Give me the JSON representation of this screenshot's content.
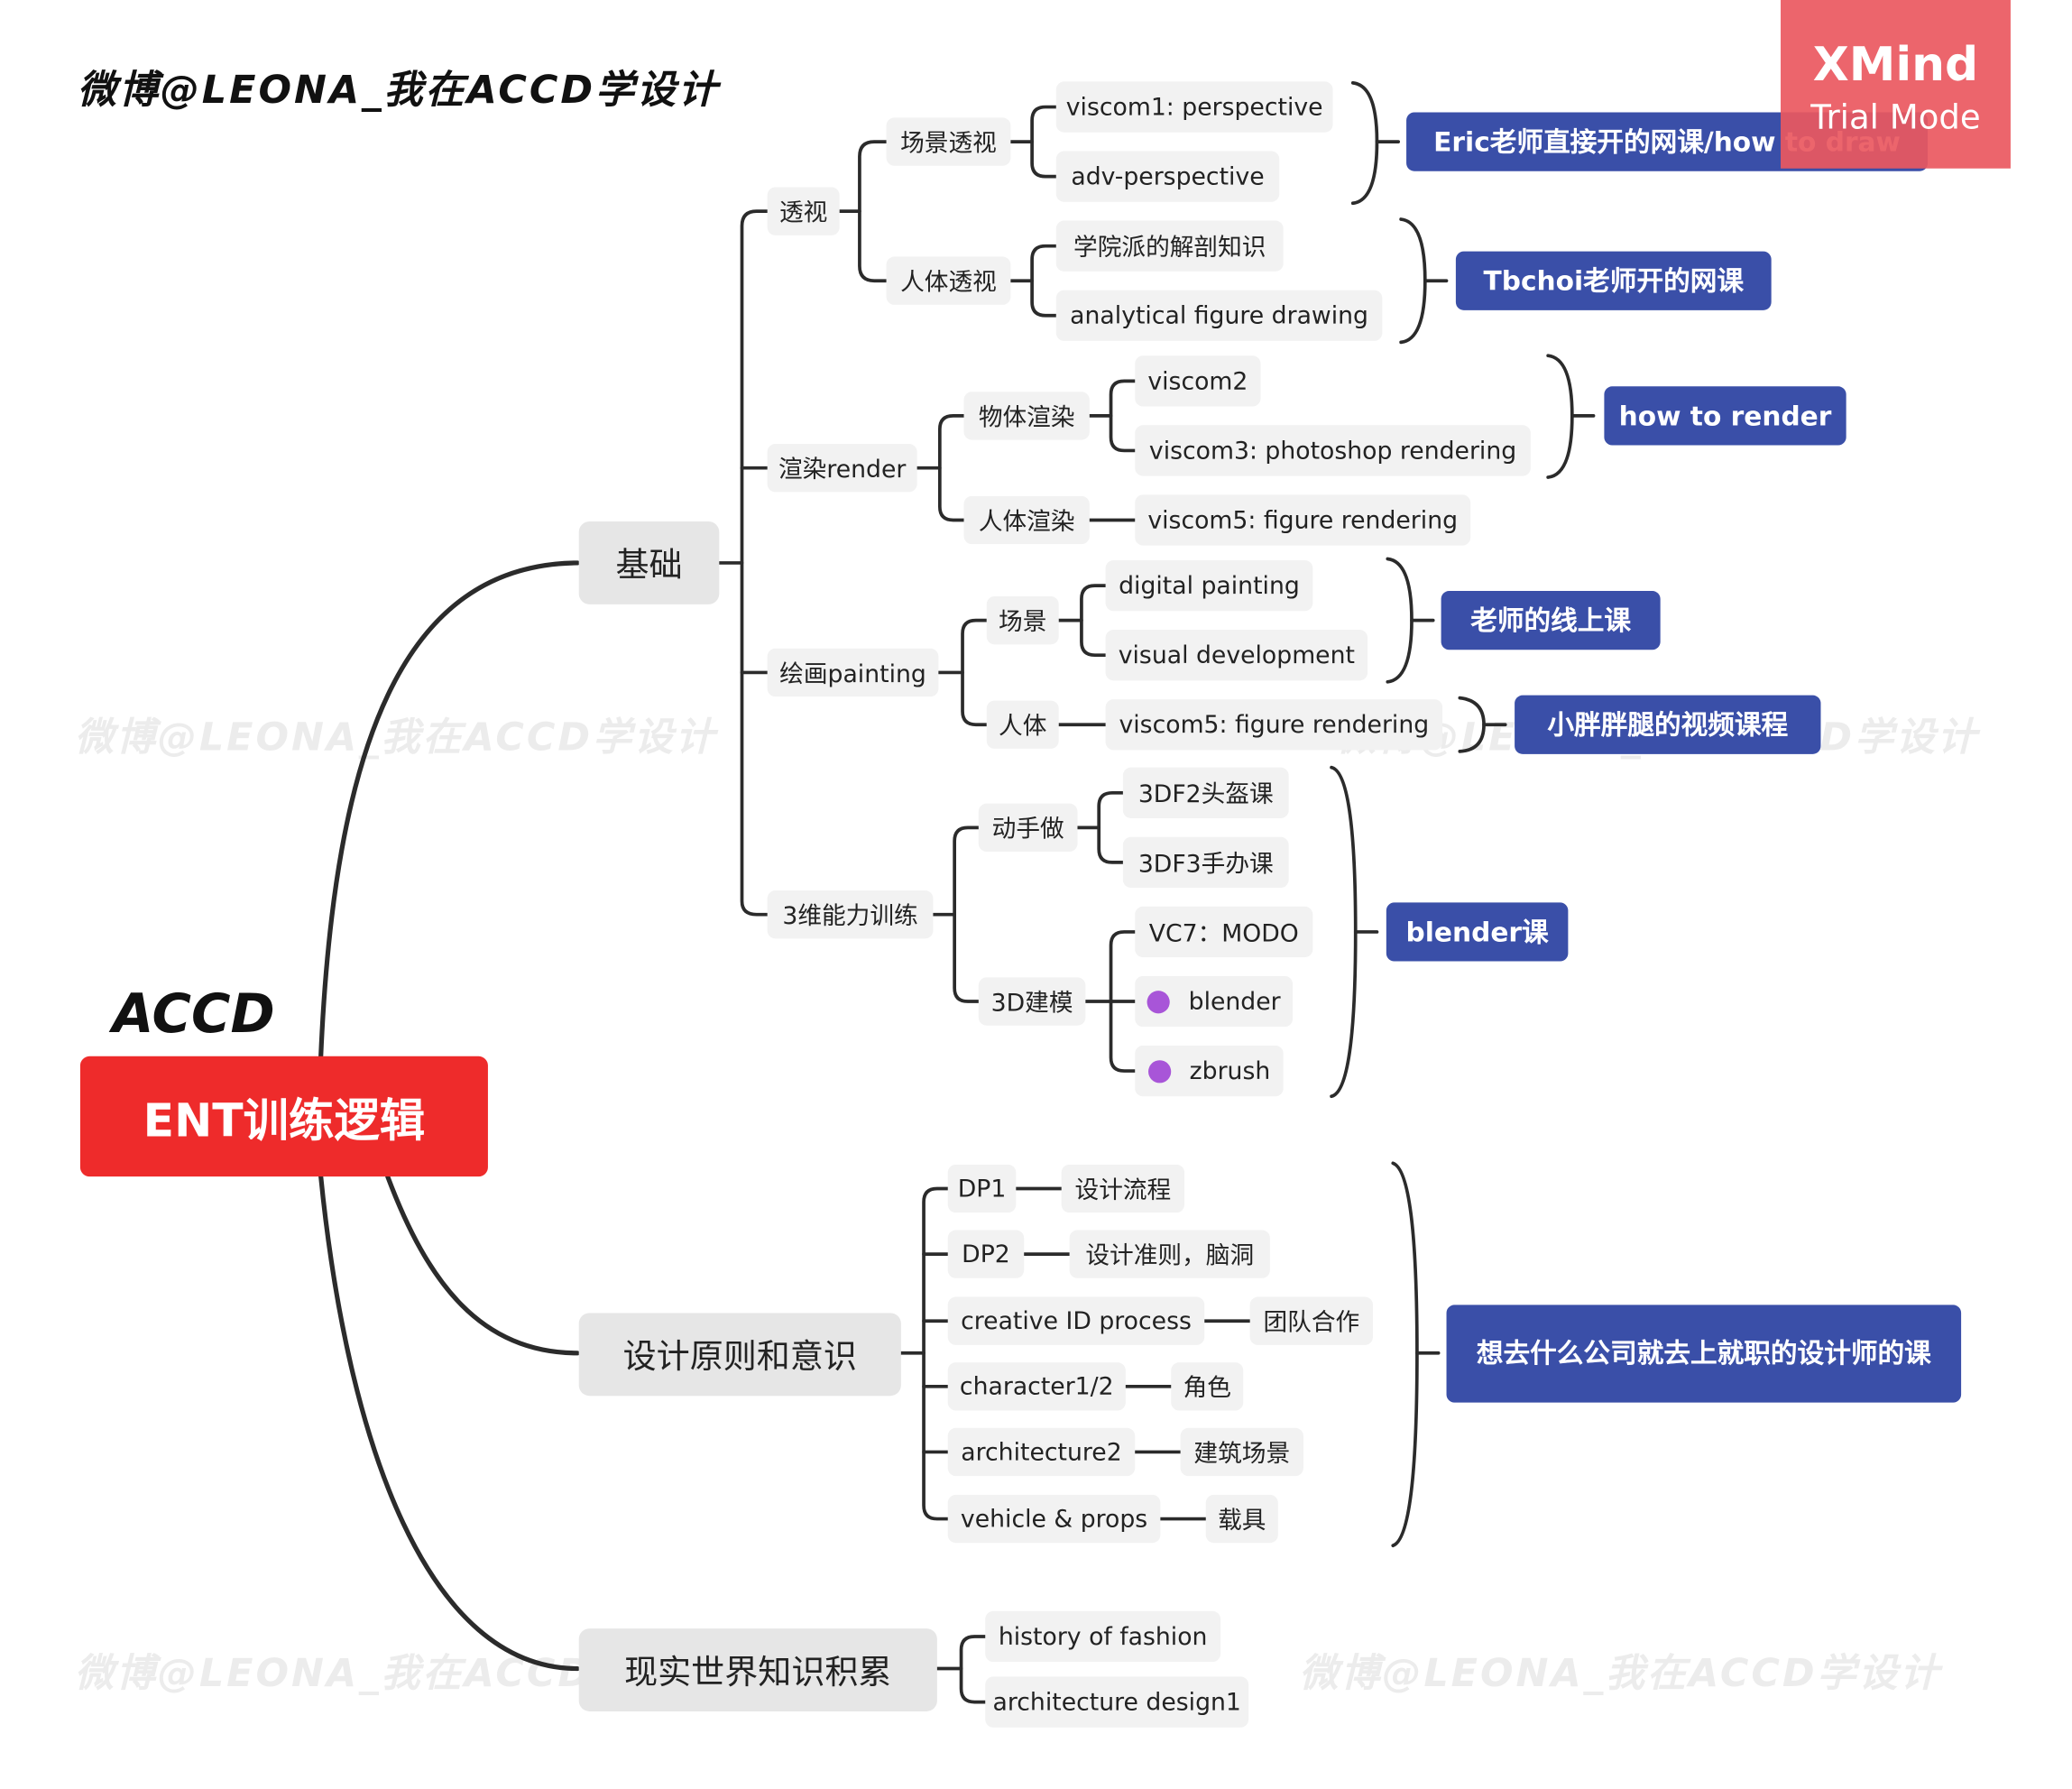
{
  "watermark": "微博@LEONA_我在ACCD学设计",
  "header_text": "微博@LEONA_我在ACCD学设计",
  "accd_label": "ACCD",
  "root": {
    "label": "ENT训练逻辑"
  },
  "trial": {
    "title": "XMind",
    "subtitle": "Trial Mode"
  },
  "branches": {
    "jichu": {
      "label": "基础",
      "toushi": {
        "label": "透视",
        "changjing": {
          "label": "场景透视",
          "items": [
            "viscom1: perspective",
            "adv-perspective"
          ],
          "note": "Eric老师直接开的网课/how to draw"
        },
        "renti": {
          "label": "人体透视",
          "items": [
            "学院派的解剖知识",
            "analytical figure drawing"
          ],
          "note": "Tbchoi老师开的网课"
        }
      },
      "render": {
        "label": "渲染render",
        "wuti": {
          "label": "物体渲染",
          "items": [
            "viscom2",
            "viscom3: photoshop rendering"
          ],
          "note": "how to render"
        },
        "renti": {
          "label": "人体渲染",
          "items": [
            "viscom5: figure rendering"
          ]
        }
      },
      "painting": {
        "label": "绘画painting",
        "changjing": {
          "label": "场景",
          "items": [
            "digital painting",
            "visual development"
          ],
          "note": "老师的线上课"
        },
        "renti": {
          "label": "人体",
          "items": [
            "viscom5: figure rendering"
          ],
          "note": "小胖胖腿的视频课程"
        }
      },
      "sanwei": {
        "label": "3维能力训练",
        "dongshou": {
          "label": "动手做",
          "items": [
            "3DF2头盔课",
            "3DF3手办课"
          ]
        },
        "jianmo": {
          "label": "3D建模",
          "items": [
            "VC7：MODO",
            "blender",
            "zbrush"
          ]
        },
        "note": "blender课"
      }
    },
    "sheji": {
      "label": "设计原则和意识",
      "items": [
        {
          "name": "DP1",
          "leaf": "设计流程"
        },
        {
          "name": "DP2",
          "leaf": "设计准则，脑洞"
        },
        {
          "name": "creative ID process",
          "leaf": "团队合作"
        },
        {
          "name": "character1/2",
          "leaf": "角色"
        },
        {
          "name": "architecture2",
          "leaf": "建筑场景"
        },
        {
          "name": "vehicle & props",
          "leaf": "载具"
        }
      ],
      "note": "想去什么公司就去上就职的设计师的课"
    },
    "xianshi": {
      "label": "现实世界知识积累",
      "items": [
        "history of fashion",
        "architecture design1"
      ]
    }
  }
}
